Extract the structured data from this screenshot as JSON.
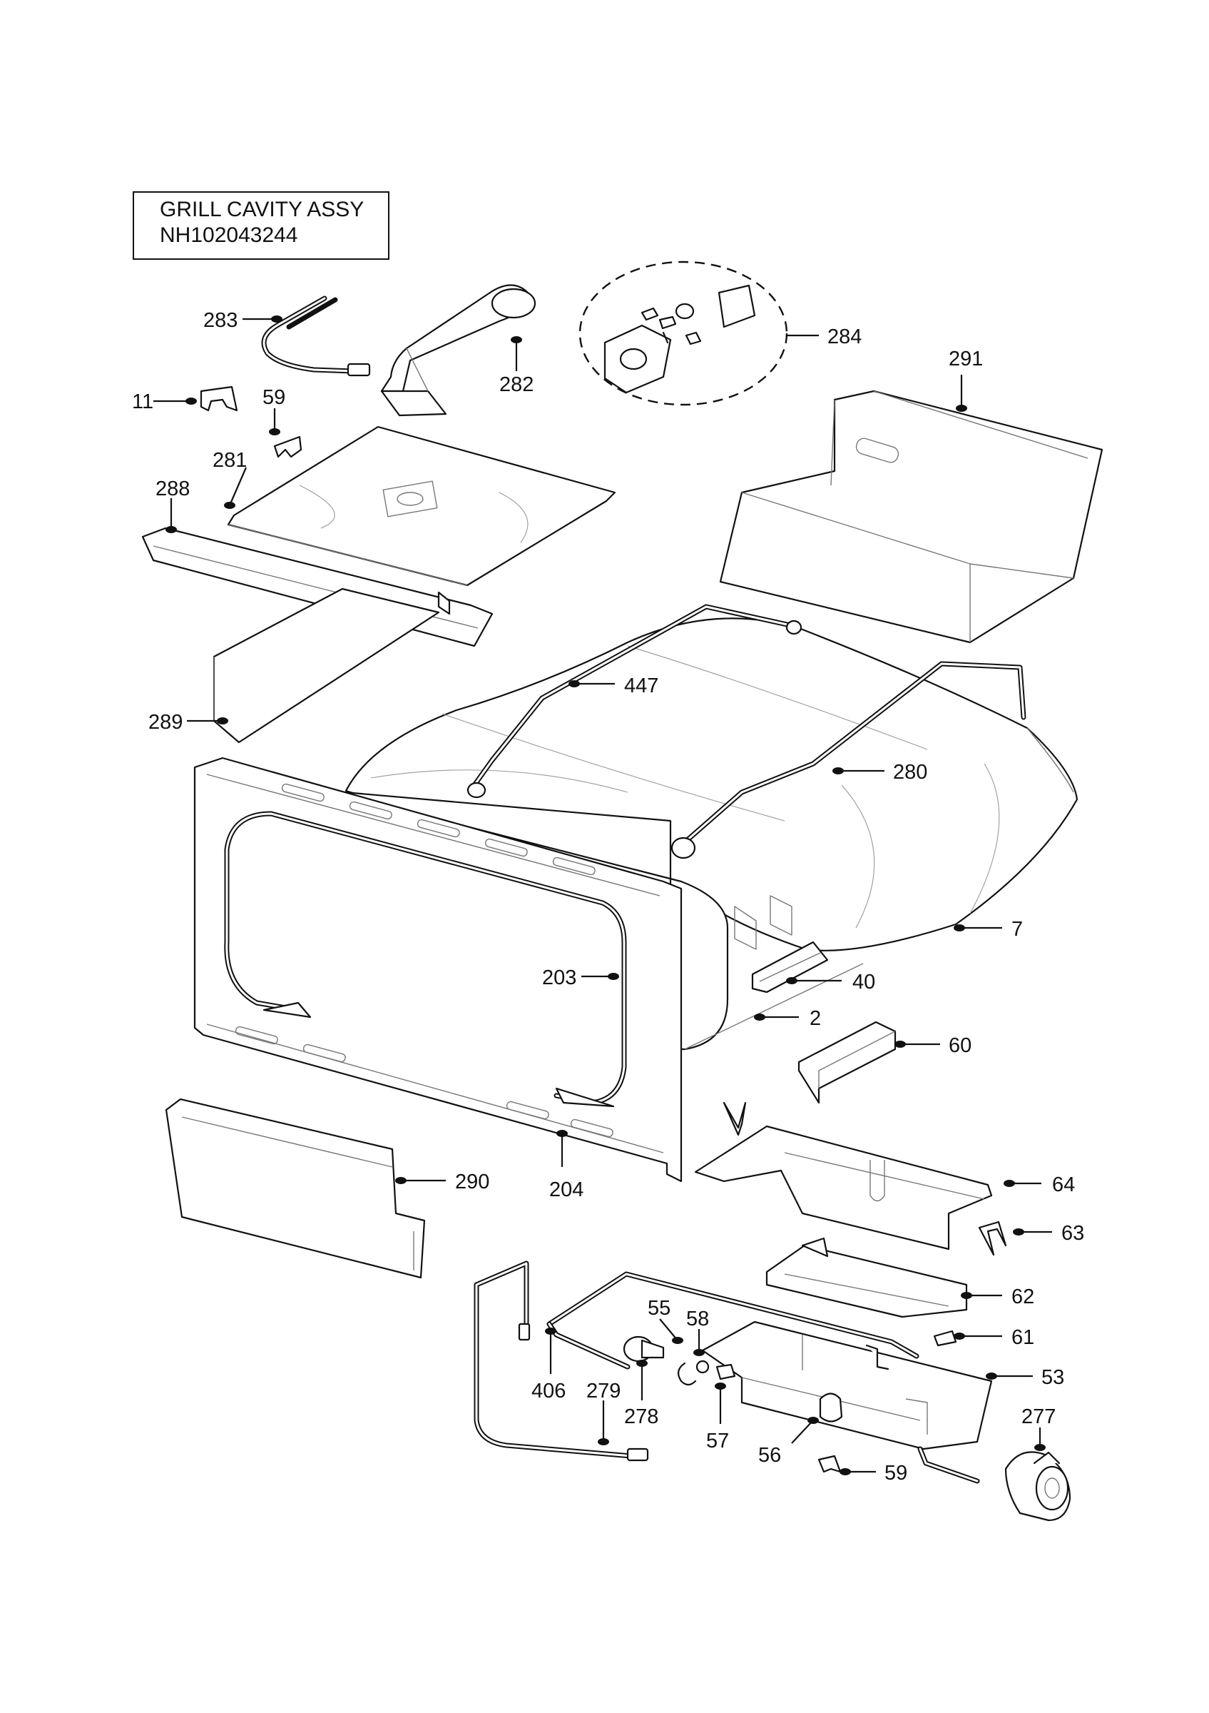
{
  "title": {
    "line1": "GRILL CAVITY ASSY",
    "line2": "NH102043244"
  },
  "callouts": [
    {
      "id": "283",
      "label": "283"
    },
    {
      "id": "282",
      "label": "282"
    },
    {
      "id": "284",
      "label": "284"
    },
    {
      "id": "291",
      "label": "291"
    },
    {
      "id": "11",
      "label": "11"
    },
    {
      "id": "59a",
      "label": "59"
    },
    {
      "id": "281",
      "label": "281"
    },
    {
      "id": "288",
      "label": "288"
    },
    {
      "id": "447",
      "label": "447"
    },
    {
      "id": "289",
      "label": "289"
    },
    {
      "id": "280",
      "label": "280"
    },
    {
      "id": "7",
      "label": "7"
    },
    {
      "id": "203",
      "label": "203"
    },
    {
      "id": "40",
      "label": "40"
    },
    {
      "id": "2",
      "label": "2"
    },
    {
      "id": "60",
      "label": "60"
    },
    {
      "id": "290",
      "label": "290"
    },
    {
      "id": "204",
      "label": "204"
    },
    {
      "id": "64",
      "label": "64"
    },
    {
      "id": "63",
      "label": "63"
    },
    {
      "id": "62",
      "label": "62"
    },
    {
      "id": "55",
      "label": "55"
    },
    {
      "id": "58",
      "label": "58"
    },
    {
      "id": "61",
      "label": "61"
    },
    {
      "id": "53",
      "label": "53"
    },
    {
      "id": "406",
      "label": "406"
    },
    {
      "id": "279",
      "label": "279"
    },
    {
      "id": "278",
      "label": "278"
    },
    {
      "id": "57",
      "label": "57"
    },
    {
      "id": "277",
      "label": "277"
    },
    {
      "id": "56",
      "label": "56"
    },
    {
      "id": "59b",
      "label": "59"
    }
  ],
  "colors": {
    "ink": "#111111",
    "paper": "#ffffff"
  }
}
